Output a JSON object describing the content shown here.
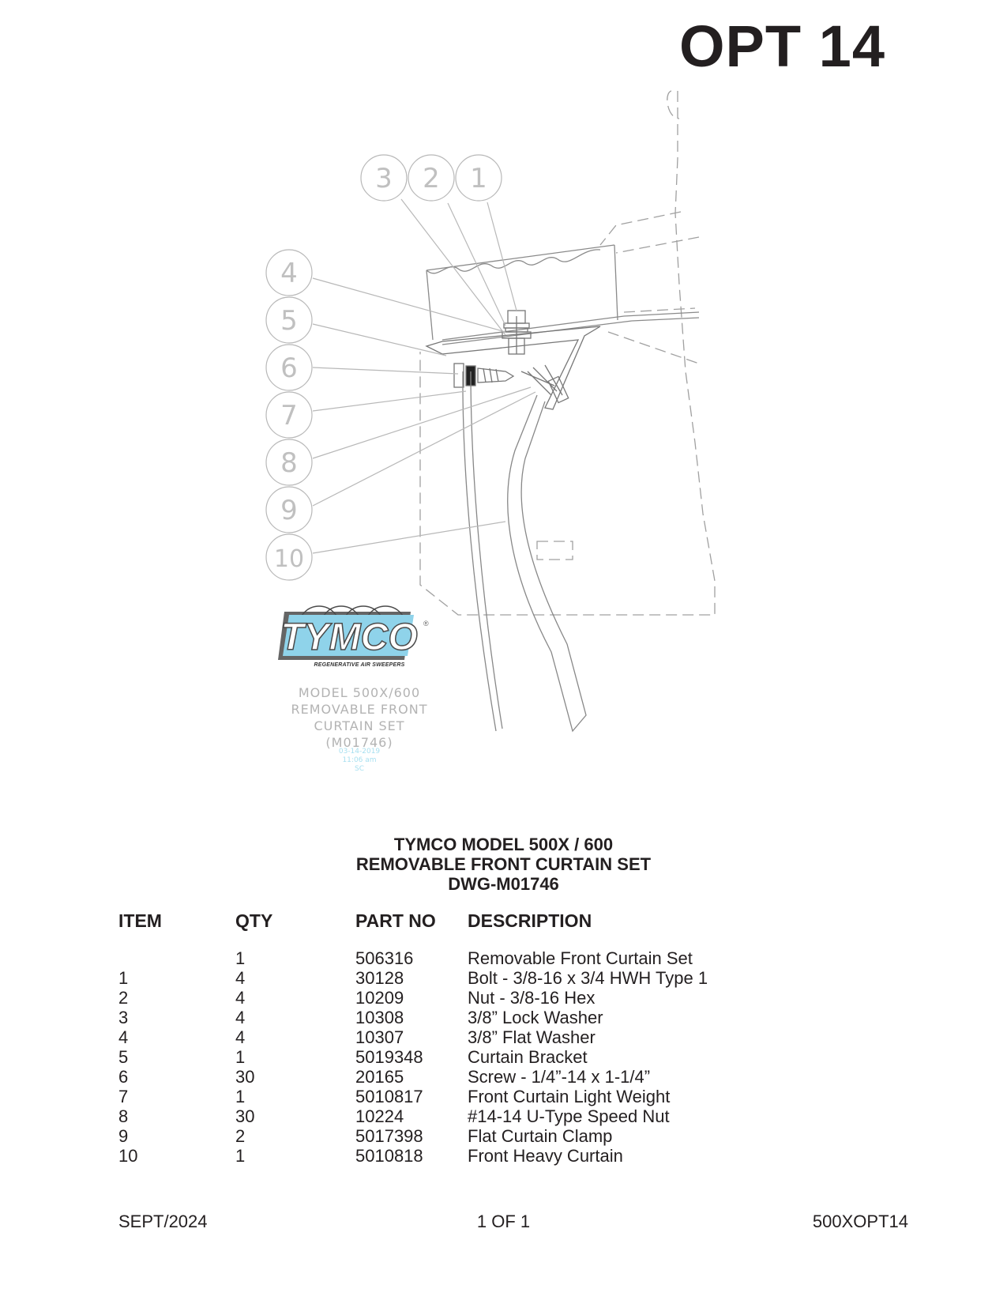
{
  "page_label": "OPT 14",
  "logo": {
    "brand": "TYMCO",
    "tagline": "REGENERATIVE AIR SWEEPERS",
    "caption_lines": [
      "MODEL 500X/600",
      "REMOVABLE FRONT",
      "CURTAIN SET",
      "(M01746)"
    ],
    "stamp_lines": [
      "03-14-2019",
      "11:06 am",
      "SC"
    ]
  },
  "callouts": [
    "1",
    "2",
    "3",
    "4",
    "5",
    "6",
    "7",
    "8",
    "9",
    "10"
  ],
  "heading": {
    "line1": "TYMCO MODEL 500X / 600",
    "line2": "REMOVABLE FRONT CURTAIN SET",
    "line3": "DWG-M01746"
  },
  "table": {
    "columns": [
      "ITEM",
      "QTY",
      "PART NO",
      "DESCRIPTION"
    ],
    "rows": [
      {
        "item": "",
        "qty": "1",
        "part": "506316",
        "desc": "Removable Front Curtain Set"
      },
      {
        "item": "1",
        "qty": "4",
        "part": "30128",
        "desc": "Bolt - 3/8-16 x 3/4 HWH Type 1"
      },
      {
        "item": "2",
        "qty": "4",
        "part": "10209",
        "desc": "Nut - 3/8-16 Hex"
      },
      {
        "item": "3",
        "qty": "4",
        "part": "10308",
        "desc": "3/8” Lock Washer"
      },
      {
        "item": "4",
        "qty": "4",
        "part": "10307",
        "desc": "3/8” Flat Washer"
      },
      {
        "item": "5",
        "qty": "1",
        "part": "5019348",
        "desc": "Curtain Bracket"
      },
      {
        "item": "6",
        "qty": "30",
        "part": "20165",
        "desc": "Screw - 1/4”-14 x 1-1/4”"
      },
      {
        "item": "7",
        "qty": "1",
        "part": "5010817",
        "desc": "Front Curtain Light Weight"
      },
      {
        "item": "8",
        "qty": "30",
        "part": "10224",
        "desc": "#14-14 U-Type Speed Nut"
      },
      {
        "item": "9",
        "qty": "2",
        "part": "5017398",
        "desc": "Flat Curtain Clamp"
      },
      {
        "item": "10",
        "qty": "1",
        "part": "5010818",
        "desc": "Front Heavy Curtain"
      }
    ]
  },
  "footer": {
    "date": "SEPT/2024",
    "page": "1 OF 1",
    "doc_id": "500XOPT14"
  },
  "colors": {
    "text": "#231f20",
    "line_gray": "#9a9a9a",
    "logo_blue": "#8fd3ea",
    "logo_dark": "#4a4a4a"
  }
}
